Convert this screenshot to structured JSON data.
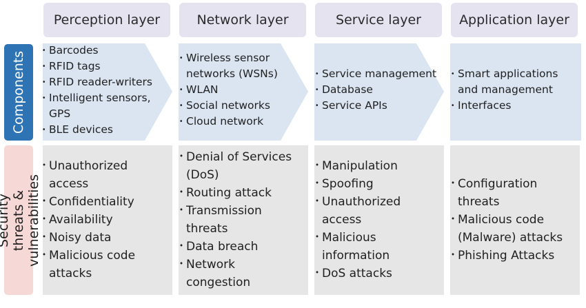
{
  "layers": [
    {
      "name": "Perception layer"
    },
    {
      "name": "Network layer"
    },
    {
      "name": "Service layer"
    },
    {
      "name": "Application layer"
    }
  ],
  "rows": {
    "components": "Components",
    "threats": "Security threats & vulnerabilities"
  },
  "components": [
    [
      "Barcodes",
      "RFID tags",
      "RFID reader-writers",
      "Intelligent sensors, GPS",
      "BLE devices"
    ],
    [
      "Wireless sensor networks (WSNs)",
      "WLAN",
      "Social networks",
      "Cloud network"
    ],
    [
      "Service management",
      "Database",
      "Service APIs"
    ],
    [
      "Smart applications and management",
      "Interfaces"
    ]
  ],
  "threats": [
    [
      "Unauthorized access",
      "Confidentiality",
      "Availability",
      "Noisy data",
      "Malicious code attacks"
    ],
    [
      "Denial of Services (DoS)",
      "Routing attack",
      "Transmission threats",
      "Data breach",
      "Network congestion"
    ],
    [
      "Manipulation",
      "Spoofing",
      "Unauthorized access",
      "Malicious information",
      "DoS attacks"
    ],
    [
      "Configuration threats",
      "Malicious code (Malware) attacks",
      "Phishing Attacks"
    ]
  ],
  "colors": {
    "header_bg": "#e6e3f1",
    "components_label_bg": "#2e74b5",
    "threats_label_bg": "#f6d9d6",
    "component_fill": "#dbe5f1",
    "threat_fill": "#e6e6e6"
  }
}
